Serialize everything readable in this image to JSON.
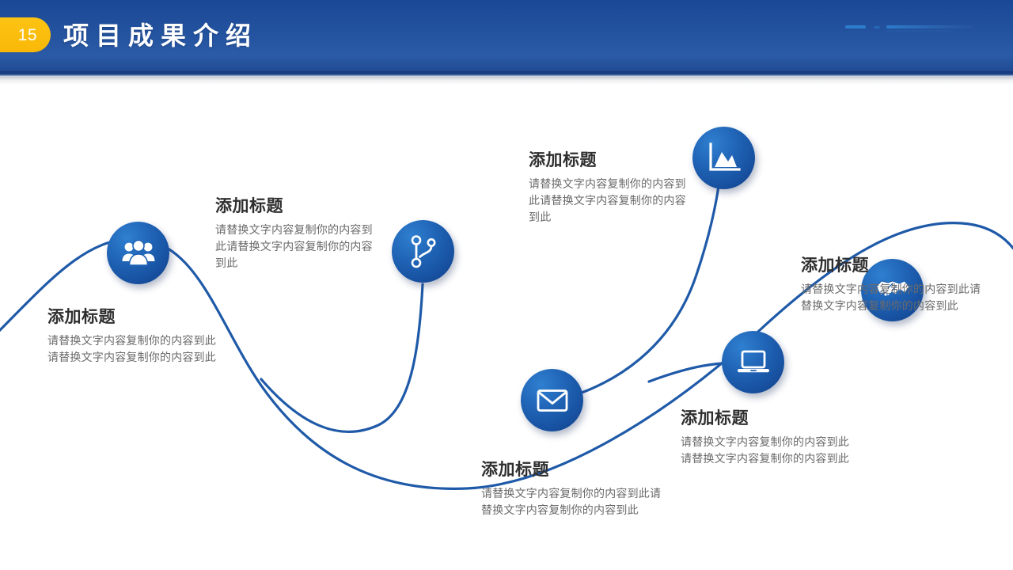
{
  "header": {
    "page_number": "15",
    "title": "项目成果介绍",
    "badge_color": "#f9b807",
    "background_color": "#23529e",
    "title_color": "#ffffff",
    "decorations": [
      "deco-line-1",
      "deco-line-2",
      "deco-line-3",
      "deco-line-4"
    ]
  },
  "theme": {
    "node_fill": "#1f62b4",
    "node_fill_light": "#2f7fd0",
    "node_fill_dark": "#123f86",
    "curve_color": "#1f5aa8",
    "title_color": "#2f2f2f",
    "body_color": "#6a6a6a",
    "background": "#ffffff"
  },
  "nodes": [
    {
      "id": "people",
      "icon": "people-group-icon",
      "label": "添加标题"
    },
    {
      "id": "branch",
      "icon": "git-branch-icon",
      "label": "添加标题"
    },
    {
      "id": "chart",
      "icon": "area-chart-icon",
      "label": "添加标题"
    },
    {
      "id": "handshake",
      "icon": "handshake-icon",
      "label": "添加标题"
    },
    {
      "id": "envelope",
      "icon": "envelope-icon",
      "label": "添加标题"
    },
    {
      "id": "laptop",
      "icon": "laptop-icon",
      "label": "添加标题"
    }
  ],
  "blocks": [
    {
      "id": "block-people",
      "title": "添加标题",
      "body": "请替换文字内容复制你的内容到此请替换文字内容复制你的内容到此"
    },
    {
      "id": "block-branch",
      "title": "添加标题",
      "body": "请替换文字内容复制你的内容到此请替换文字内容复制你的内容到此"
    },
    {
      "id": "block-chart",
      "title": "添加标题",
      "body": "请替换文字内容复制你的内容到此请替换文字内容复制你的内容到此"
    },
    {
      "id": "block-handshake",
      "title": "添加标题",
      "body": "请替换文字内容复制你的内容到此请替换文字内容复制你的内容到此"
    },
    {
      "id": "block-envelope",
      "title": "添加标题",
      "body": "请替换文字内容复制你的内容到此请替换文字内容复制你的内容到此"
    },
    {
      "id": "block-laptop",
      "title": "添加标题",
      "body": "请替换文字内容复制你的内容到此请替换文字内容复制你的内容到此"
    }
  ]
}
